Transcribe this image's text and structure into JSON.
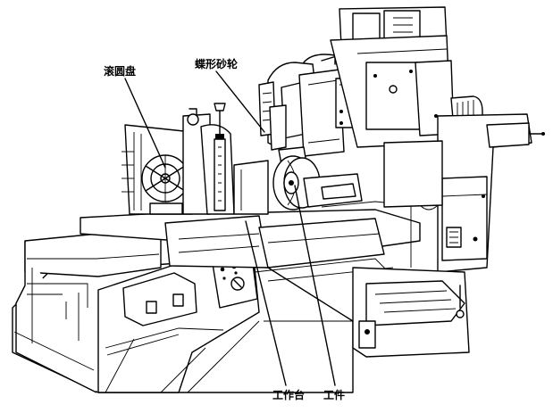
{
  "labels": {
    "rolling_disc": "滚圆盘",
    "butterfly_wheel": "蝶形砂轮",
    "worktable": "工作台",
    "workpiece": "工件"
  },
  "icons": [
    "gear-grinding-machine-illustration"
  ]
}
